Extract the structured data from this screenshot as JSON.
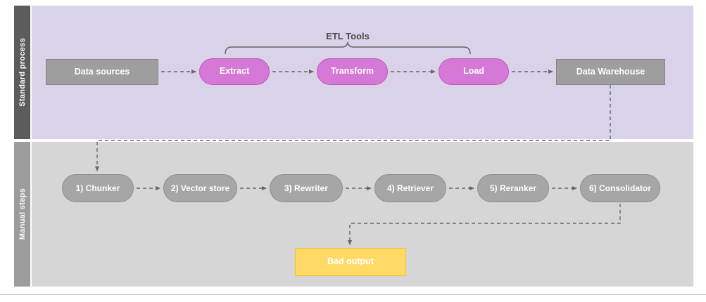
{
  "lanes": [
    {
      "label": "Standard process",
      "bracket_label": "ETL Tools",
      "nodes": [
        {
          "label": "Data sources",
          "shape": "rectangle",
          "color": "#9e9e9e"
        },
        {
          "label": "Extract",
          "shape": "pill",
          "color": "#d678d6"
        },
        {
          "label": "Transform",
          "shape": "pill",
          "color": "#d678d6"
        },
        {
          "label": "Load",
          "shape": "pill",
          "color": "#d678d6"
        },
        {
          "label": "Data Warehouse",
          "shape": "rectangle",
          "color": "#9e9e9e"
        }
      ]
    },
    {
      "label": "Manual steps",
      "nodes": [
        {
          "label": "1) Chunker",
          "shape": "pill",
          "color": "#a6a6a6"
        },
        {
          "label": "2) Vector store",
          "shape": "pill",
          "color": "#a6a6a6"
        },
        {
          "label": "3) Rewriter",
          "shape": "pill",
          "color": "#a6a6a6"
        },
        {
          "label": "4) Retriever",
          "shape": "pill",
          "color": "#a6a6a6"
        },
        {
          "label": "5) Reranker",
          "shape": "pill",
          "color": "#a6a6a6"
        },
        {
          "label": "6) Consolidator",
          "shape": "pill",
          "color": "#a6a6a6"
        }
      ],
      "output_node": {
        "label": "Bad output",
        "shape": "rectangle",
        "color": "#ffd966"
      }
    }
  ],
  "edges": [
    {
      "from": "Data sources",
      "to": "Extract",
      "style": "dashed"
    },
    {
      "from": "Extract",
      "to": "Transform",
      "style": "dashed"
    },
    {
      "from": "Transform",
      "to": "Load",
      "style": "dashed"
    },
    {
      "from": "Load",
      "to": "Data Warehouse",
      "style": "dashed"
    },
    {
      "from": "Data Warehouse",
      "to": "1) Chunker",
      "style": "dashed-elbow"
    },
    {
      "from": "1) Chunker",
      "to": "2) Vector store",
      "style": "dashed"
    },
    {
      "from": "2) Vector store",
      "to": "3) Rewriter",
      "style": "dashed"
    },
    {
      "from": "3) Rewriter",
      "to": "4) Retriever",
      "style": "dashed"
    },
    {
      "from": "4) Retriever",
      "to": "5) Reranker",
      "style": "dashed"
    },
    {
      "from": "5) Reranker",
      "to": "6) Consolidator",
      "style": "dashed"
    },
    {
      "from": "6) Consolidator",
      "to": "Bad output",
      "style": "dashed-elbow"
    }
  ],
  "colors": {
    "lane1_background": "#d9d2e9",
    "lane1_strip": "#5c5c5c",
    "lane2_background": "#d6d6d6",
    "lane2_strip": "#9c9c9c",
    "etl_pill_fill": "#d678d6",
    "etl_pill_border": "#b85ab8",
    "gray_node_fill": "#9e9e9e",
    "bad_output_fill": "#ffd966",
    "arrow_stroke": "#666666"
  }
}
